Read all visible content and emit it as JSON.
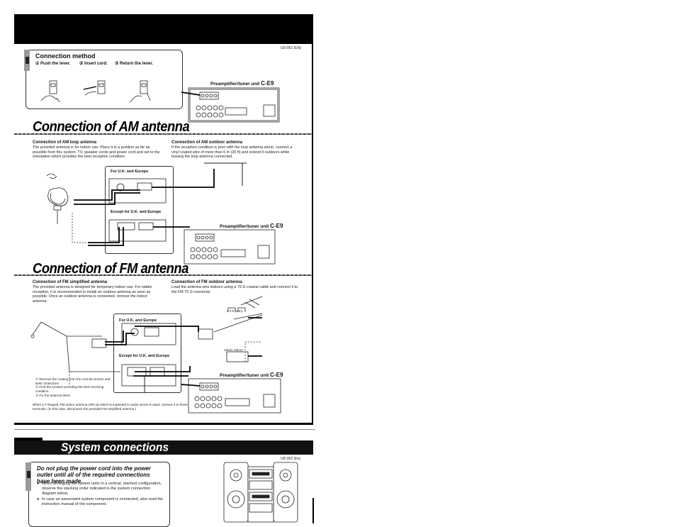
{
  "page": {
    "model_code_top": "UD-952 (EN)",
    "model_code_bottom": "UD-952 (En)"
  },
  "connection_method": {
    "title": "Connection method",
    "steps": [
      "① Push the lever.",
      "② Insert cord.",
      "③ Return the lever."
    ]
  },
  "units": {
    "preamp_label": "Preamplifier/tuner unit",
    "preamp_model": "C-E9"
  },
  "am": {
    "title": "Connection of AM antenna",
    "loop_heading": "Connection of AM loop antenna",
    "loop_text": "The provided antenna is for indoor use. Place it in a position as far as possible from this system, TV, speaker cords and power cord and set to the orientation which provides the best reception condition.",
    "outdoor_heading": "Connection of AM outdoor antenna",
    "outdoor_text": "If the reception condition is poor with the loop antenna alone, connect a vinyl coated wire of more than 6 m (20 ft) and extend it outdoors while leaving the loop antenna connected.",
    "panel_uk": "For U.K. and Europe",
    "panel_except": "Except for U.K. and Europe"
  },
  "fm": {
    "title": "Connection of FM antenna",
    "simple_heading": "Connection of FM simplified antenna",
    "simple_text": "The provided antenna is designed for temporary indoor use. For stable reception, it is recommended to install an outdoor antenna as soon as possible. Once an outdoor antenna is connected, remove the indoor antenna.",
    "outdoor_heading": "Connection of FM outdoor antenna",
    "outdoor_text": "Lead the antenna wire indoors using a 75 Ω coaxial cable and connect it to the FM 75 Ω connector.",
    "panel_uk": "For U.K. and Europe",
    "panel_except": "Except for U.K. and Europe",
    "dims_top": "2  4  5  (mm)",
    "dims_bottom": "10mm  16mm",
    "steps": [
      "① Remove the coating from the cord tip section and twist conductors.",
      "② Find the location providing the best receiving condition.",
      "③ Fix the antenna there."
    ],
    "tshape_note": "When a T-shaped, FM indoor antenna (300 Ω) which is marketed in audio stores is used, connect it to these terminals. (In this case, disconnect the provided FM simplified antenna.)"
  },
  "system": {
    "title": "System connections",
    "warning": "Do not plug the power cord into the power outlet until all of the required connections have been made.",
    "bullets": [
      "When arranging the system units in a vertical, stacked configuration, observe the stacking order indicated in the system connection diagram below.",
      "In case an associated system component is connected, also read the instruction manual of the component."
    ]
  }
}
